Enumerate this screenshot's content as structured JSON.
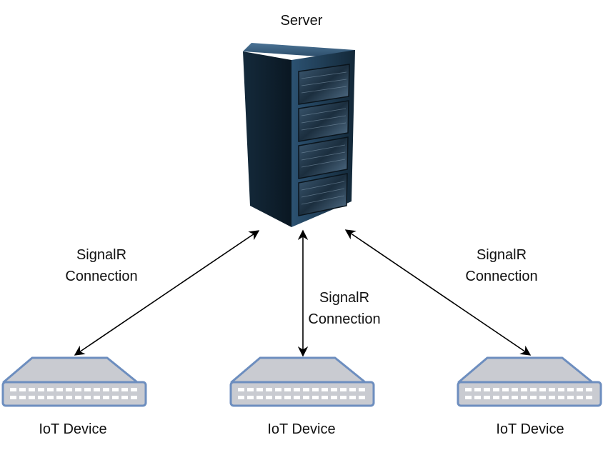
{
  "server": {
    "label": "Server",
    "icon": "server-rack-icon",
    "body_color": "#1f3d57",
    "bay_color": "#0f1d2a"
  },
  "connections": [
    {
      "line1": "SignalR",
      "line2": "Connection"
    },
    {
      "line1": "SignalR",
      "line2": "Connection"
    },
    {
      "line1": "SignalR",
      "line2": "Connection"
    }
  ],
  "devices": [
    {
      "label": "IoT Device",
      "icon": "network-switch-icon"
    },
    {
      "label": "IoT Device",
      "icon": "network-switch-icon"
    },
    {
      "label": "IoT Device",
      "icon": "network-switch-icon"
    }
  ],
  "colors": {
    "device_fill": "#c9cbd1",
    "device_stroke": "#6d8ebf",
    "arrow": "#000000"
  }
}
